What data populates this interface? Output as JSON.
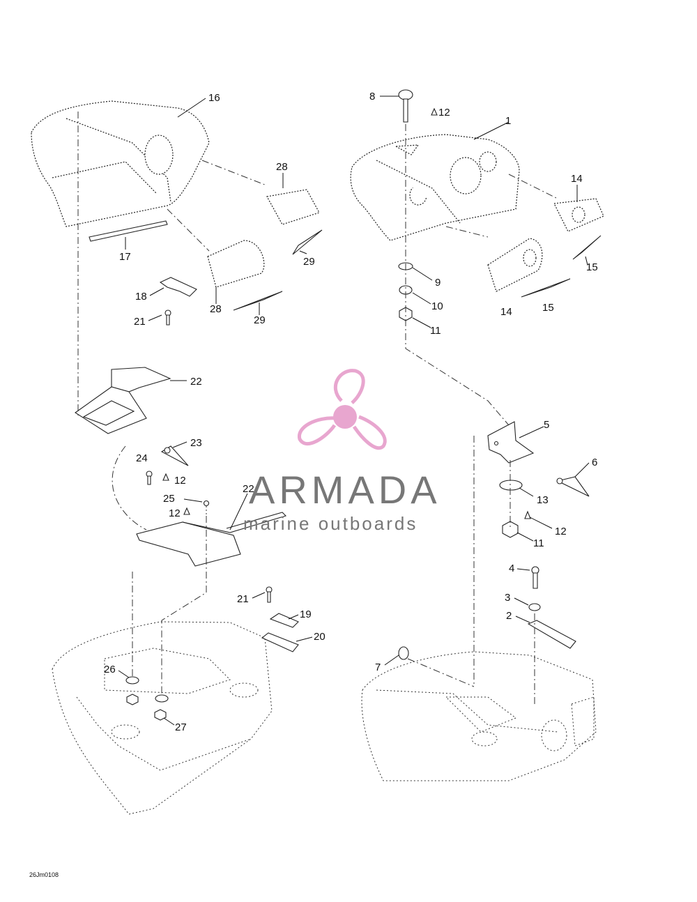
{
  "callouts": {
    "c1": "1",
    "c2": "2",
    "c3": "3",
    "c4": "4",
    "c5": "5",
    "c6": "6",
    "c7": "7",
    "c8": "8",
    "c9": "9",
    "c10": "10",
    "c11a": "11",
    "c11b": "11",
    "c12a": "12",
    "c12b": "12",
    "c12c": "12",
    "c12d": "12",
    "c13": "13",
    "c14a": "14",
    "c14b": "14",
    "c15a": "15",
    "c15b": "15",
    "c16": "16",
    "c17": "17",
    "c18": "18",
    "c19": "19",
    "c20": "20",
    "c21a": "21",
    "c21b": "21",
    "c22a": "22",
    "c22b": "22",
    "c23": "23",
    "c24": "24",
    "c25": "25",
    "c26": "26",
    "c27": "27",
    "c28a": "28",
    "c28b": "28",
    "c29a": "29",
    "c29b": "29"
  },
  "drawing_code": "26Jm0108",
  "watermark": {
    "brand": "ARMADA",
    "tagline": "marine outboards",
    "color_pink": "#e8a6cf",
    "color_text": "#777777"
  }
}
